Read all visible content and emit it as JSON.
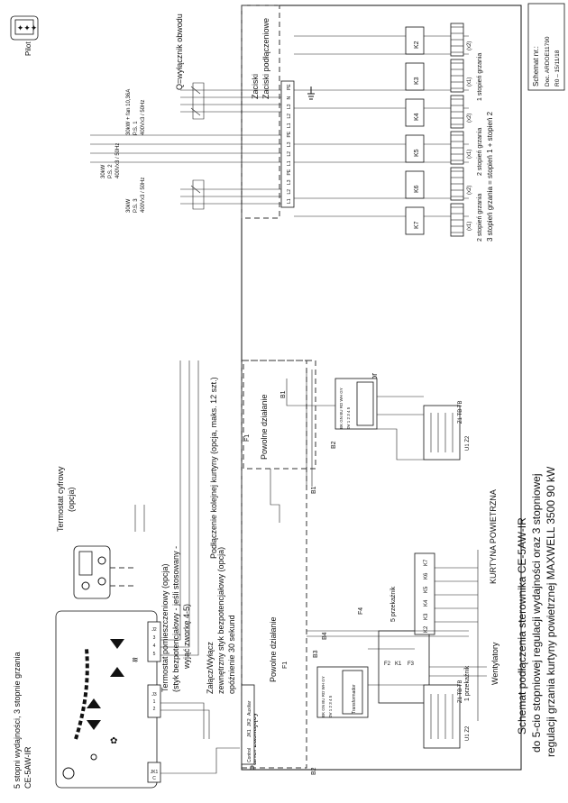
{
  "title": {
    "line1": "Schemat podłączenia sterownika CE-5AW-IR",
    "line2": "do 5-cio stopniowej regulacji wydajności oraz 3 stopniowej",
    "line3": "regulacji grzania kurtyny powietrznej MAXWELL 3500 90 kW"
  },
  "doc_box": {
    "label": "Schemat nr.:",
    "doc": "Doc.  ARDOE11790",
    "rev": "R0  –  15/11/18"
  },
  "pilot": "Pilot",
  "controller": {
    "desc1": "5 stopni wydajności, 3 stopnie grzania",
    "desc2": "CE-5AW-IR",
    "terminals": [
      "JK1",
      "C",
      "J3",
      "1",
      "2",
      "J2",
      "3",
      "4",
      "5"
    ]
  },
  "thermostat_digital": {
    "line1": "Termostat cyfrowy",
    "line2": "(opcja)"
  },
  "thermostat_room": {
    "line1": "Termostat pomieszczeniowy (opcja)",
    "line2": "(styk bezpotencjałowy - jeśli stosowany -",
    "line3": "wyjąć zworkę 4-5)"
  },
  "on_off": {
    "line1": "Załącz/Wyłącz",
    "line2": "zewnętrzny styk bezpotencjałowy (opcja)",
    "line3": "opóźnienie 30 sekund"
  },
  "rail_note": "Podłączenie kolejnej kurtyny (opcja, maks. 12 szt.)",
  "panel_power": "Panel zasilający",
  "panel_terminals": [
    "Control",
    "JK1",
    "JK2",
    "Auxiliar"
  ],
  "slow_action": "Powolne działanie",
  "transformer": "Transformator",
  "curtain": "KURTYNA POWIETRZNA",
  "fans": "Wentylatory",
  "relay1": "1 przekaźnik",
  "relay5": "5 przekaźnik",
  "labels": {
    "F1": "F1",
    "F2": "F2",
    "F3": "F3",
    "F4": "F4",
    "K1": "K1",
    "B1": "B1",
    "B2": "B2",
    "B3": "B3",
    "B4": "B4",
    "fuse": "1ax 1",
    "taps": [
      "BK",
      "GN",
      "BU",
      "RD",
      "WH",
      "GY"
    ],
    "tap_nums": [
      "0V",
      "1",
      "2",
      "3",
      "4",
      "5"
    ],
    "bottom_terminals": [
      "Z1",
      "TB",
      "TB"
    ],
    "uz": [
      "U1",
      "Z2"
    ]
  },
  "relays_row": [
    "K2",
    "K3",
    "K4",
    "K5",
    "K6",
    "K7"
  ],
  "power": {
    "main_switch": "Q=wyłącznik obwodu",
    "zaciski": "Zaciski podłączeniowe",
    "ps2": {
      "kw": "30kW",
      "name": "P.S. 2",
      "volt": "400Vx3 / 50Hz"
    },
    "ps1": {
      "kw": "30kW + fan 10,36A",
      "name": "P.S. 1",
      "volt": "400Vx3 / 50Hz"
    },
    "ps3": {
      "kw": "30kW",
      "name": "P.S. 3",
      "volt": "400Vx3 / 50Hz"
    },
    "terminal_strip": [
      "L1",
      "L2",
      "L3",
      "PE",
      "L1",
      "L2",
      "L3",
      "PE",
      "L1",
      "L2",
      "L3",
      "N",
      "PE"
    ],
    "contactors": [
      "K2",
      "K3",
      "K4",
      "K5",
      "K6",
      "K7"
    ],
    "heater_tags": [
      "(x2)",
      "(x1)",
      "(x2)",
      "(x1)",
      "(x2)",
      "(x1)"
    ],
    "stage1": "1 stopień grzania",
    "stage2": "2 stopień grzania",
    "stage2b": "2 stopień grzania",
    "stage3": "3 stopień grzania = stopień 1 + stopień 2"
  }
}
